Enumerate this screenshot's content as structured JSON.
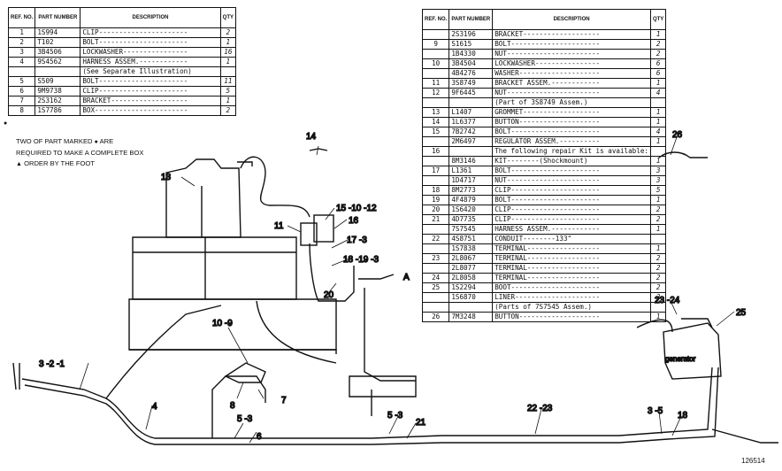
{
  "table_left": {
    "headers": {
      "ref": "REF. NO.",
      "part": "PART NUMBER",
      "desc": "DESCRIPTION",
      "qty": "QTY"
    },
    "rows": [
      {
        "ref": "1",
        "part": "1S994",
        "desc": "CLIP",
        "qty": "2"
      },
      {
        "ref": "2",
        "part": "T102",
        "desc": "BOLT",
        "qty": "1"
      },
      {
        "ref": "3",
        "part": "3B4506",
        "desc": "LOCKWASHER",
        "qty": "16"
      },
      {
        "ref": "4",
        "part": "9S4562",
        "desc": "HARNESS ASSEM.",
        "qty": "1"
      },
      {
        "ref": "",
        "part": "",
        "desc": "(See Separate Illustration)",
        "qty": ""
      },
      {
        "ref": "5",
        "part": "S509",
        "desc": "BOLT",
        "qty": "11"
      },
      {
        "ref": "6",
        "part": "9M9738",
        "desc": "CLIP",
        "qty": "5"
      },
      {
        "ref": "7",
        "part": "2S3162",
        "desc": "BRACKET",
        "qty": "1"
      },
      {
        "ref": "8",
        "part": "1S7786",
        "desc": "BOX",
        "qty": "2"
      }
    ]
  },
  "notes": {
    "line1": "TWO OF PART MARKED",
    "line1_tail": "ARE",
    "line2": "REQUIRED TO MAKE A COMPLETE BOX",
    "line3": "ORDER BY THE FOOT"
  },
  "table_right": {
    "headers": {
      "ref": "REF. NO.",
      "part": "PART NUMBER",
      "desc": "DESCRIPTION",
      "qty": "QTY"
    },
    "rows": [
      {
        "ref": "",
        "part": "2S3196",
        "desc": "BRACKET",
        "qty": "1"
      },
      {
        "ref": "9",
        "part": "S1615",
        "desc": "BOLT",
        "qty": "2"
      },
      {
        "ref": "",
        "part": "1B4330",
        "desc": "NUT",
        "qty": "2"
      },
      {
        "ref": "10",
        "part": "3B4504",
        "desc": "LOCKWASHER",
        "qty": "6"
      },
      {
        "ref": "",
        "part": "4B4276",
        "desc": "WASHER",
        "qty": "6"
      },
      {
        "ref": "11",
        "part": "3S8749",
        "desc": "BRACKET ASSEM.",
        "qty": "1"
      },
      {
        "ref": "12",
        "part": "9F6445",
        "desc": "NUT",
        "qty": "4"
      },
      {
        "ref": "",
        "part": "",
        "desc": "(Part of 3S8749 Assem.)",
        "qty": ""
      },
      {
        "ref": "13",
        "part": "L1407",
        "desc": "GROMMET",
        "qty": "1"
      },
      {
        "ref": "14",
        "part": "1L6377",
        "desc": "BUTTON",
        "qty": "1"
      },
      {
        "ref": "15",
        "part": "7B2742",
        "desc": "BOLT",
        "qty": "4"
      },
      {
        "ref": "",
        "part": "2M6497",
        "desc": "REGULATOR ASSEM.",
        "qty": "1"
      },
      {
        "ref": "16",
        "part": "",
        "desc": "The following repair Kit is available:",
        "qty": ""
      },
      {
        "ref": "",
        "part": "8M3146",
        "desc": "KIT--------(Shockmount)",
        "qty": "1"
      },
      {
        "ref": "17",
        "part": "L1361",
        "desc": "BOLT",
        "qty": "3"
      },
      {
        "ref": "",
        "part": "1D4717",
        "desc": "NUT",
        "qty": "3"
      },
      {
        "ref": "18",
        "part": "8M2773",
        "desc": "CLIP",
        "qty": "5"
      },
      {
        "ref": "19",
        "part": "4F4879",
        "desc": "BOLT",
        "qty": "1"
      },
      {
        "ref": "20",
        "part": "1S6420",
        "desc": "CLIP",
        "qty": "2"
      },
      {
        "ref": "21",
        "part": "4D7735",
        "desc": "CLIP",
        "qty": "2"
      },
      {
        "ref": "",
        "part": "7S7545",
        "desc": "HARNESS ASSEM.",
        "qty": "1"
      },
      {
        "ref": "22",
        "part": "4S8751",
        "desc": "CONDUIT--------133\"",
        "qty": ""
      },
      {
        "ref": "",
        "part": "1S7838",
        "desc": "TERMINAL",
        "qty": "1"
      },
      {
        "ref": "23",
        "part": "2L8067",
        "desc": "TERMINAL",
        "qty": "2"
      },
      {
        "ref": "",
        "part": "2L8077",
        "desc": "TERMINAL",
        "qty": "2"
      },
      {
        "ref": "24",
        "part": "2L8058",
        "desc": "TERMINAL",
        "qty": "2"
      },
      {
        "ref": "25",
        "part": "1S2294",
        "desc": "BOOT",
        "qty": "2"
      },
      {
        "ref": "",
        "part": "1S6870",
        "desc": "LINER",
        "qty": "2"
      },
      {
        "ref": "",
        "part": "",
        "desc": "(Parts of 7S7545 Assem.)",
        "qty": ""
      },
      {
        "ref": "26",
        "part": "7M3248",
        "desc": "BUTTON",
        "qty": "1"
      }
    ]
  },
  "callouts": {
    "c13": "13",
    "c14": "14",
    "c15": "15 -10 -12",
    "c16": "16",
    "c11": "11",
    "c17": "17 -3",
    "c18": "18 -19 -3",
    "c20": "20",
    "cA": "A",
    "c26": "26",
    "c2324": "23 -24",
    "c25": "25",
    "c109": "10 -9",
    "c321": "3 -2 -1",
    "c4": "4",
    "c8": "8",
    "c7": "7",
    "c53a": "5 -3",
    "c6": "6",
    "c53b": "5 -3",
    "c21": "21",
    "c2223": "22 -23",
    "c35": "3 -5",
    "c18b": "18"
  },
  "generator_label": "generator",
  "figure_number": "126514"
}
